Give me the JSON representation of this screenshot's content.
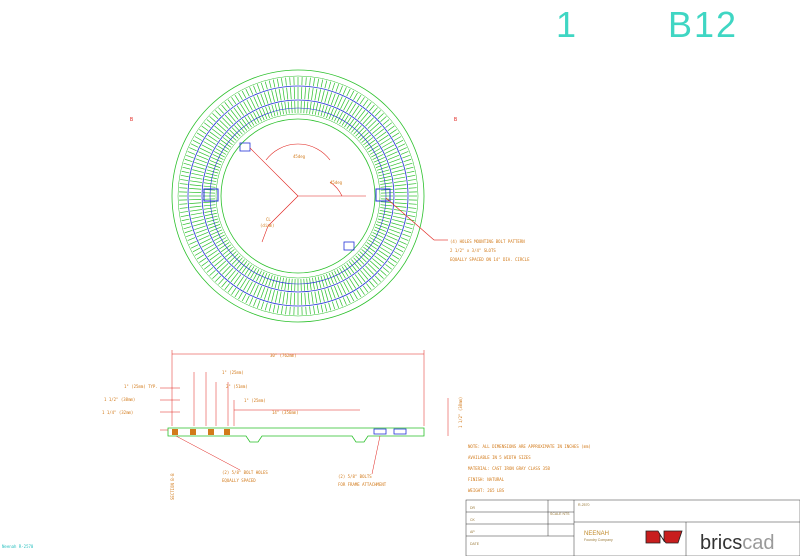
{
  "header": {
    "sheet_number": "1",
    "sheet_code": "B12"
  },
  "plan_view": {
    "left_mark": "B",
    "right_mark": "B",
    "angle_label_1": "45deg",
    "angle_label_2": "45deg",
    "center_label_1": "CL",
    "center_label_2": "(diam)",
    "callout_lines": [
      "(4) HOLES MOUNTING BOLT PATTERN",
      "2 1/2\" x 3/4\" SLOTS",
      "EQUALLY SPACED ON 14\" DIA. CIRCLE"
    ]
  },
  "section_view": {
    "dim_overall": "30\" (762mm)",
    "dim_1": "1\" (25mm)",
    "dim_2": "2\" (51mm)",
    "dim_3": "1\" (25mm)",
    "dim_4": "14\" (356mm)",
    "dim_left_1": "1\" (25mm) TYP.",
    "dim_left_2": "1 1/2\" (38mm)",
    "dim_left_3": "1 1/4\" (32mm)",
    "dim_height": "1 1/2\" (38mm)",
    "note_left_1": "(2) 5/8\" BOLT HOLES",
    "note_left_2": "EQUALLY SPACED",
    "note_right_1": "(2) 5/8\" BOLTS",
    "note_right_2": "FOR FRAME ATTACHMENT",
    "side_label": "SECTION B-B"
  },
  "notes": [
    "NOTE: ALL DIMENSIONS ARE APPROXIMATE IN INCHES (mm)",
    "AVAILABLE IN 5 WIDTH SIZES",
    "MATERIAL:      CAST IRON GRAY CLASS 35B",
    "FINISH:        NATURAL",
    "WEIGHT:        265 LBS"
  ],
  "title_block": {
    "company": "NEENAH",
    "company_sub": "Foundry Company",
    "row_labels": [
      "DR",
      "CK",
      "AP",
      "DATE"
    ],
    "scale": "SCALE NTS",
    "dwg_label": "R-2570"
  },
  "logo": {
    "brand": "brics",
    "brand_cad": "cad"
  },
  "footer": {
    "corner_text": "Neenah R-2570"
  }
}
